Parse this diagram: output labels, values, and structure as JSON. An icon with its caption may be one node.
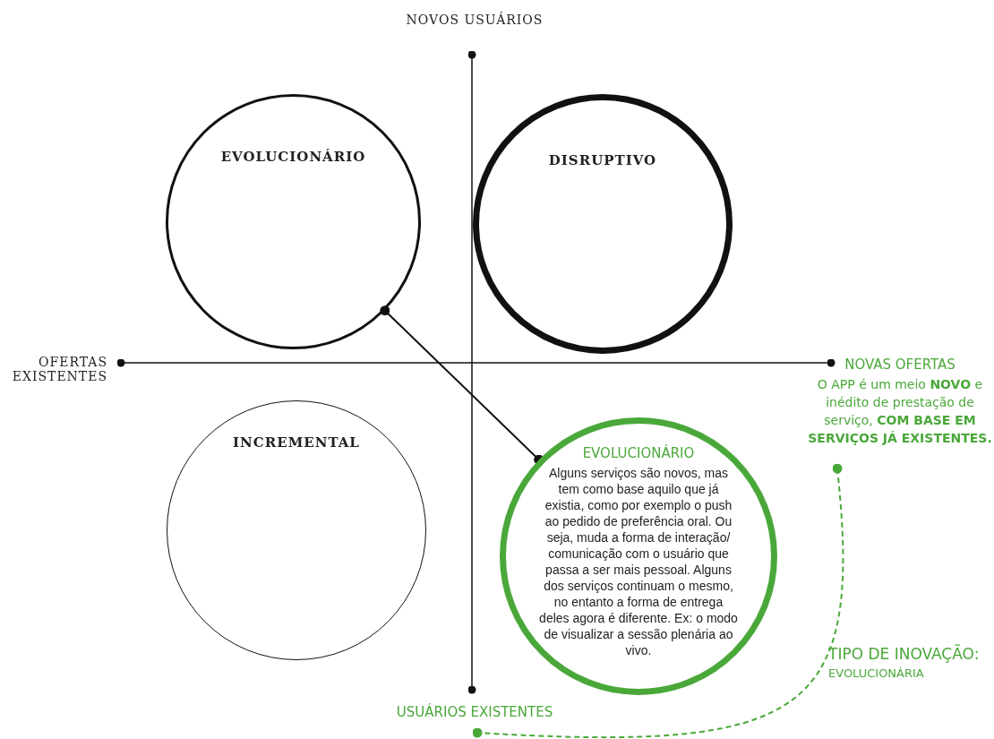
{
  "diagram": {
    "nodes": [
      {
        "text": [
          "EVOLUCIONÁRIO"
        ]
      },
      {
        "text": [
          "DISRUPTIVO"
        ]
      },
      {
        "text": [
          "INCREMENTAL"
        ]
      },
      {
        "text": [
          "EVOLUCIONÁRIO",
          "Alguns serviços são novos, mas tem como base aquilo que já existia, como por exemplo o push ao pedido de preferência oral. Ou seja, muda a forma de interação/ comunicação com o usuário que passa a ser mais pessoal. Alguns dos serviços continuam o mesmo, no entanto a forma de entrega deles agora é diferente. Ex: o modo de visualizar a sessão plenária ao vivo."
        ]
      },
      {
        "text": [
          "NOVAS OFERTAS",
          "O APP é um meio **NOVO** e inédito de prestação de serviço, **COM BASE EM SERVIÇOS JÁ EXISTENTES.**"
        ]
      },
      {
        "text": [
          "USUÁRIOS EXISTENTES"
        ]
      }
    ],
    "edges": [
      {
        "from": 0,
        "to": 3,
        "arrow": "other"
      },
      {
        "from": 4,
        "to": 5,
        "arrow": "other",
        "style": "dashed",
        "color": "#4aa83a"
      }
    ],
    "labels": [
      "NOVOS USUÁRIOS",
      "OFERTAS EXISTENTES",
      "TIPO DE INOVAÇÃO:",
      "EVOLUCIONÁRIA"
    ]
  }
}
